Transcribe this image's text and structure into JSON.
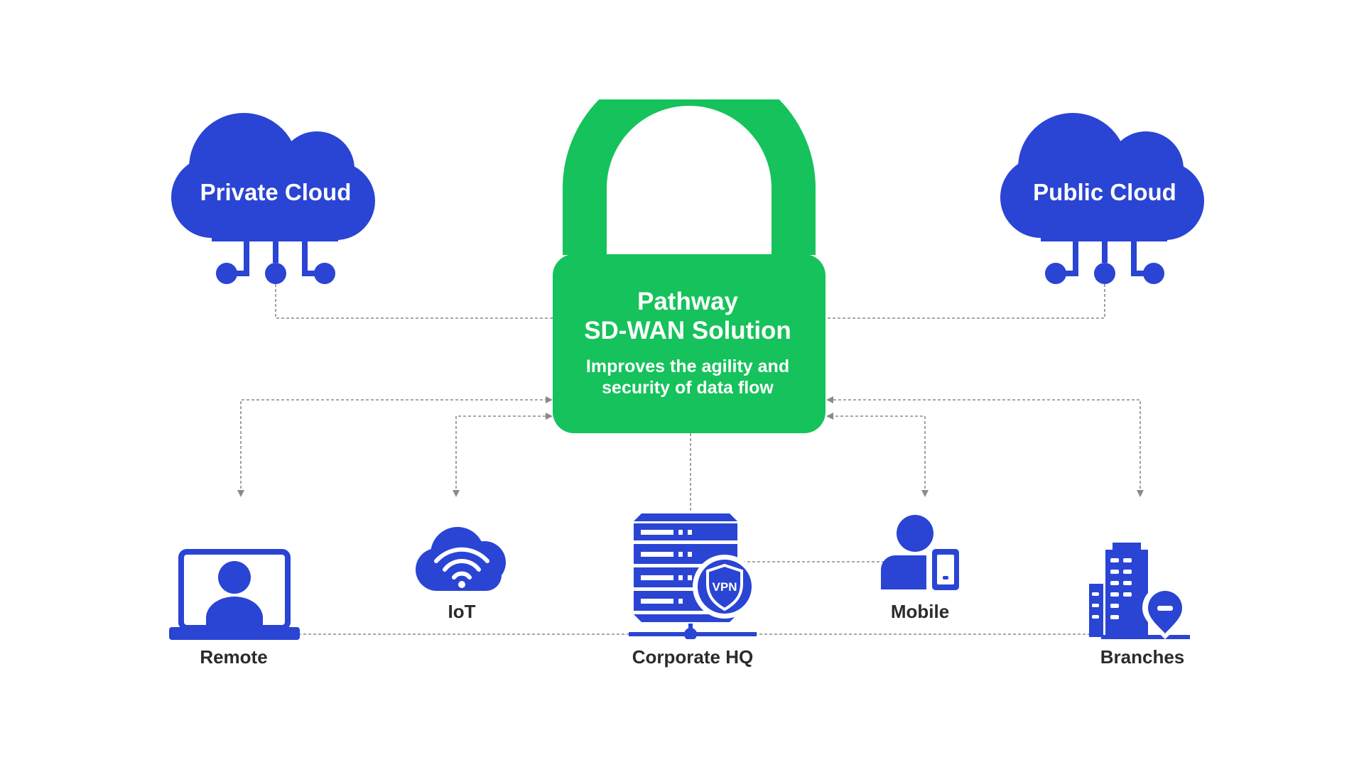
{
  "colors": {
    "icon_blue": "#2a44d4",
    "lock_green": "#16c25b",
    "connector": "#8a8a8a",
    "label": "#2b2b2b"
  },
  "center": {
    "title_line1": "Pathway",
    "title_line2": "SD-WAN Solution",
    "subtitle_line1": "Improves the agility and",
    "subtitle_line2": "security of data flow"
  },
  "clouds": {
    "private": {
      "label": "Private Cloud",
      "icon": "cloud-network-icon"
    },
    "public": {
      "label": "Public Cloud",
      "icon": "cloud-network-icon"
    }
  },
  "nodes": {
    "remote": {
      "label": "Remote",
      "icon": "laptop-user-icon"
    },
    "iot": {
      "label": "IoT",
      "icon": "wifi-cloud-icon"
    },
    "hq": {
      "label": "Corporate HQ",
      "icon": "vpn-server-icon",
      "badge": "VPN"
    },
    "mobile": {
      "label": "Mobile",
      "icon": "user-phone-icon"
    },
    "branches": {
      "label": "Branches",
      "icon": "building-location-icon"
    }
  }
}
